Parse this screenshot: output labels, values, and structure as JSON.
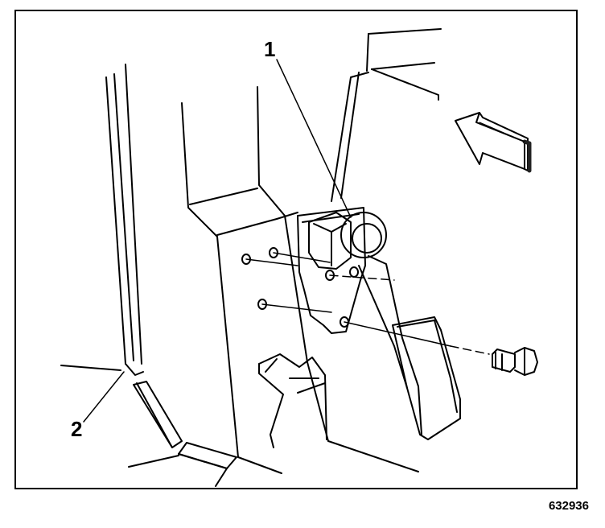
{
  "figure": {
    "id": "632936",
    "callouts": [
      "1",
      "2"
    ]
  },
  "colors": {
    "line": "#000000",
    "background": "#ffffff",
    "shade": "#222222"
  },
  "parts": [
    "accelerator-pedal-assembly-icon",
    "pedal-bracket-icon",
    "mounting-bolt-icon",
    "dash-panel-icon",
    "direction-arrow-icon"
  ]
}
